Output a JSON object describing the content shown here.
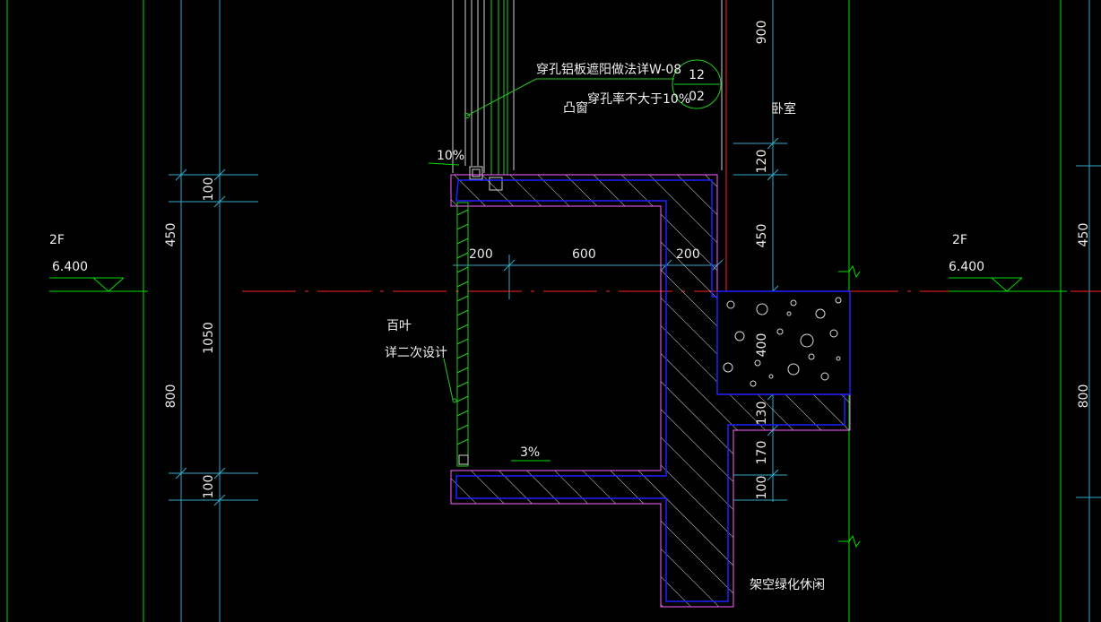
{
  "colors": {
    "background": "#000000",
    "grid": "#00dd00",
    "dim_line": "#33aacc",
    "section_line": "#ff2020",
    "wall_outline": "#2020ff",
    "finish_outline": "#ff60ff",
    "hatch": "#d8d8d8",
    "text": "#f0f0f0",
    "glass": "#22cc22"
  },
  "levels": {
    "left": {
      "floor": "2F",
      "elevation": "6.400"
    },
    "right": {
      "floor": "2F",
      "elevation": "6.400"
    }
  },
  "dims_left": {
    "d450": "450",
    "d100_top": "100",
    "d1050": "1050",
    "d800": "800",
    "d100_bottom": "100"
  },
  "dims_right_column": {
    "d900": "900",
    "d120": "120",
    "d450": "450",
    "d400": "400",
    "d130": "130",
    "d170": "170",
    "d100": "100"
  },
  "dims_horizontal": {
    "d200_left": "200",
    "d600": "600",
    "d200_right": "200"
  },
  "dims_far_right": {
    "d450": "450",
    "d800": "800"
  },
  "slopes": {
    "top": "10%",
    "bottom": "3%"
  },
  "notes": {
    "perforated_panel": "穿孔铝板遮阳做法详W-08",
    "perforation_rate": "穿孔率不大于10%",
    "bay_window": "凸窗",
    "louver": "百叶",
    "louver_detail": "详二次设计",
    "bedroom": "卧室",
    "green_area": "架空绿化休闲"
  },
  "detail_ref": {
    "number": "12",
    "sheet": "02"
  }
}
